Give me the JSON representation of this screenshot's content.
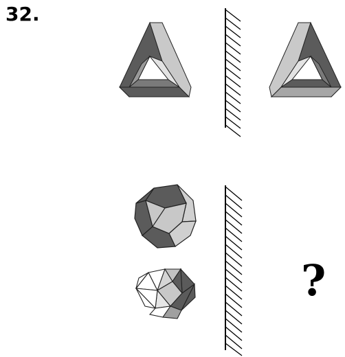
{
  "question": {
    "number_label": "32.",
    "answer_placeholder": "?"
  },
  "figures": {
    "example_object": "penrose-triangle",
    "test_objects": [
      "dodecahedron",
      "icosahedron"
    ],
    "mirror": "vertical-hatched-mirror"
  },
  "colors": {
    "dark_face": "#5b5b5b",
    "mid_face": "#a6a6a6",
    "light_face": "#d2d2d2",
    "white_face": "#ffffff",
    "outline": "#222222"
  }
}
